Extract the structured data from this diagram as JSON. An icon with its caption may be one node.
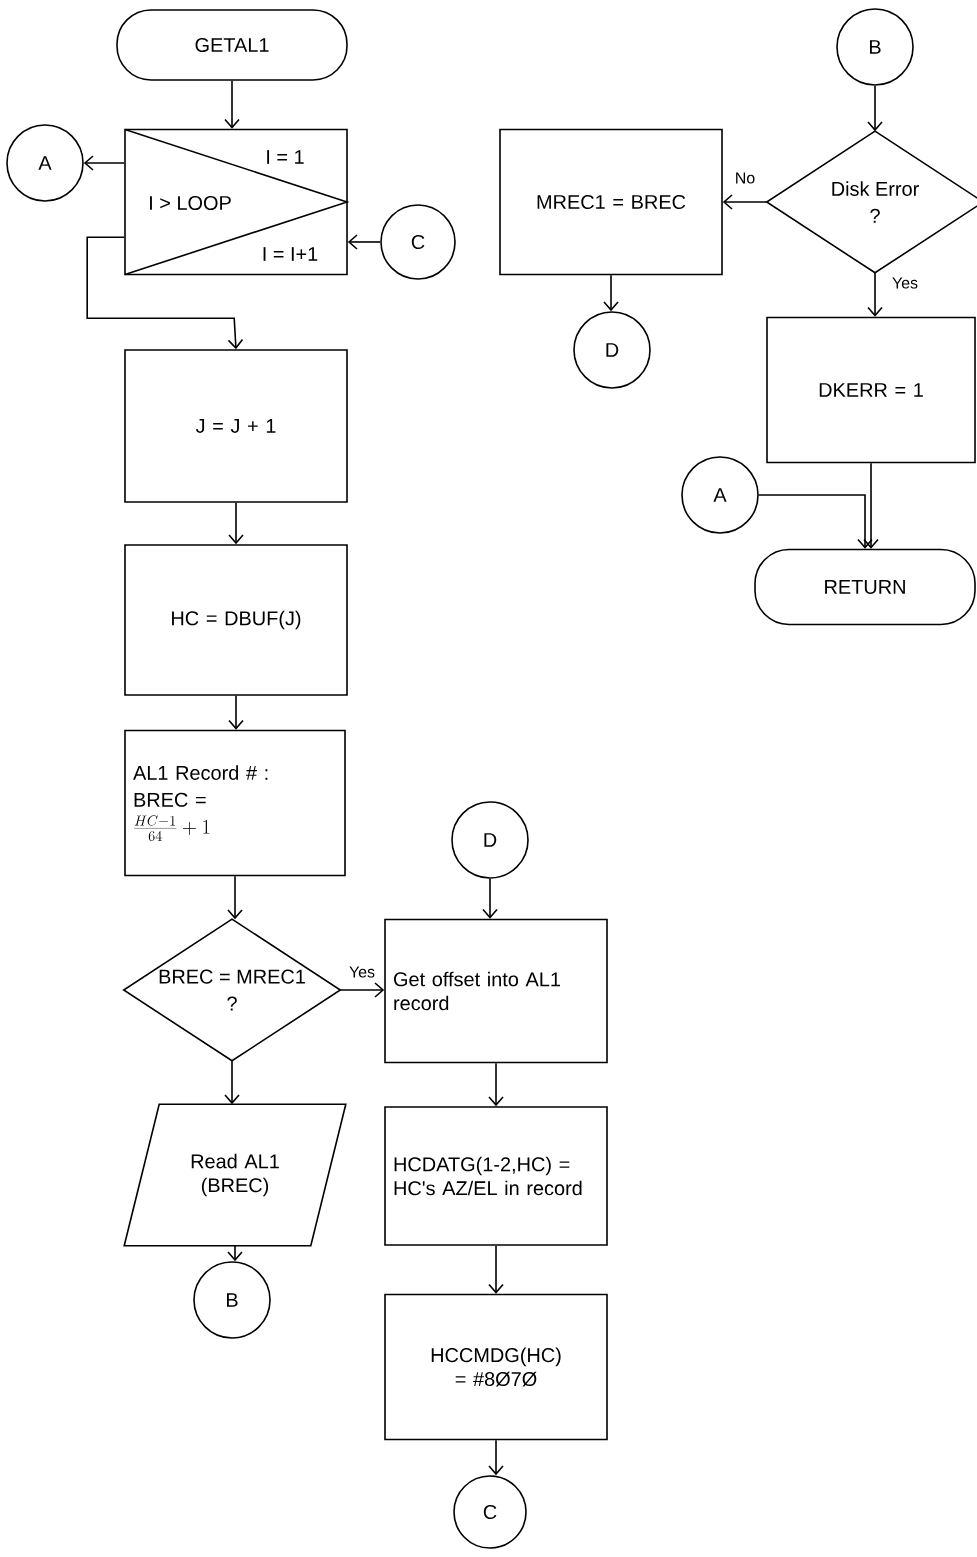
{
  "diagram": {
    "nodes": [
      {
        "text": [
          "GETAL1"
        ]
      },
      {
        "text": [
          "I = 1",
          "I > LOOP",
          "I = I+1"
        ]
      },
      {
        "text": [
          "A"
        ]
      },
      {
        "text": [
          "C"
        ]
      },
      {
        "text": [
          "J = J + 1"
        ]
      },
      {
        "text": [
          "HC = DBUF(J)"
        ]
      },
      {
        "text": [
          "AL1 Record # :",
          "BREC =",
          "\\frac{HC-1}{64}+1"
        ]
      },
      {
        "text": [
          "BREC = MREC1",
          "?"
        ]
      },
      {
        "text": [
          "Get offset into AL1 record"
        ]
      },
      {
        "text": [
          "D"
        ]
      },
      {
        "text": [
          "Read AL1 (BREC)"
        ]
      },
      {
        "text": [
          "B"
        ]
      },
      {
        "text": [
          "HCDATG(1-2,HC) = HC's AZ/EL in record"
        ]
      },
      {
        "text": [
          "HCCMDG(HC) = #8Ø7Ø"
        ]
      },
      {
        "text": [
          "C"
        ]
      },
      {
        "text": [
          "B"
        ]
      },
      {
        "text": [
          "Disk Error",
          "?"
        ]
      },
      {
        "text": [
          "MREC1 = BREC"
        ]
      },
      {
        "text": [
          "D"
        ]
      },
      {
        "text": [
          "DKERR = 1"
        ]
      },
      {
        "text": [
          "A"
        ]
      },
      {
        "text": [
          "RETURN"
        ]
      }
    ],
    "edges": [
      {
        "from": 0,
        "to": 1,
        "arrow": "to"
      },
      {
        "from": 1,
        "to": 2,
        "arrow": "to"
      },
      {
        "from": 3,
        "to": 1,
        "arrow": "to"
      },
      {
        "from": 1,
        "to": 4,
        "arrow": "to"
      },
      {
        "from": 4,
        "to": 5,
        "arrow": "to"
      },
      {
        "from": 5,
        "to": 6,
        "arrow": "to"
      },
      {
        "from": 6,
        "to": 7,
        "arrow": "to"
      },
      {
        "from": 7,
        "to": 8,
        "arrow": "to",
        "label": "Yes"
      },
      {
        "from": 7,
        "to": 10,
        "arrow": "to"
      },
      {
        "from": 10,
        "to": 11,
        "arrow": "to"
      },
      {
        "from": 9,
        "to": 8,
        "arrow": "to"
      },
      {
        "from": 8,
        "to": 12,
        "arrow": "to"
      },
      {
        "from": 12,
        "to": 13,
        "arrow": "to"
      },
      {
        "from": 13,
        "to": 14,
        "arrow": "to"
      },
      {
        "from": 15,
        "to": 16,
        "arrow": "to"
      },
      {
        "from": 16,
        "to": 17,
        "arrow": "to",
        "label": "No"
      },
      {
        "from": 16,
        "to": 19,
        "arrow": "to",
        "label": "Yes"
      },
      {
        "from": 17,
        "to": 18,
        "arrow": "to"
      },
      {
        "from": 19,
        "to": 21,
        "arrow": "to"
      },
      {
        "from": 20,
        "to": 21,
        "arrow": "to"
      }
    ]
  }
}
